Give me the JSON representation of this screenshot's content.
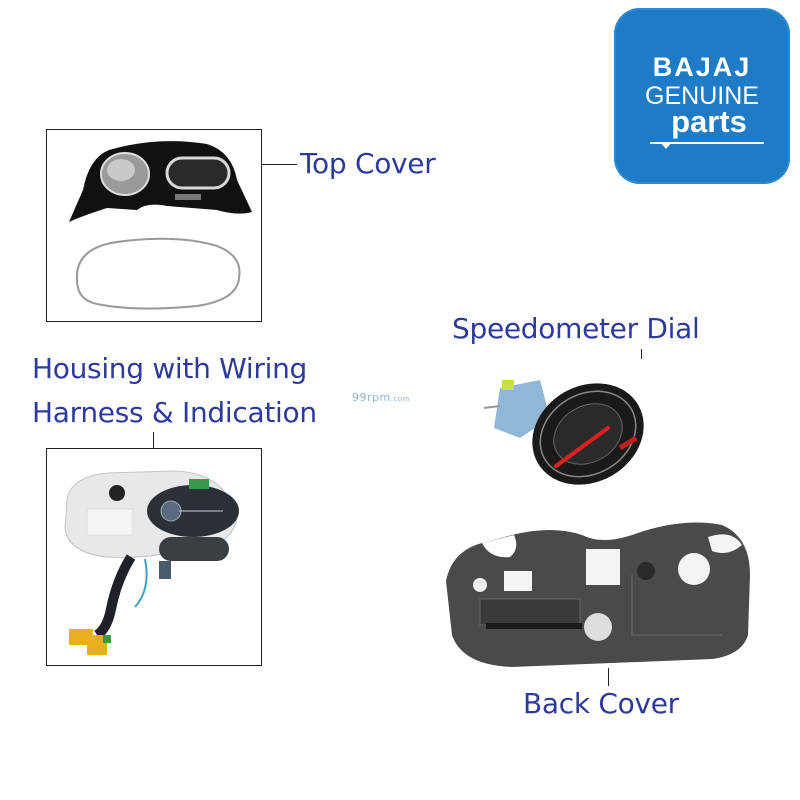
{
  "logo": {
    "brand": "BAJAJ",
    "line2": "GENUINE",
    "line3": "parts",
    "background_color": "#1f7bc6",
    "text_color": "#ffffff"
  },
  "watermark": {
    "main": "99rpm",
    "suffix": ".com"
  },
  "label_color": "#2e3a9a",
  "parts": [
    {
      "id": "top-cover",
      "label": "Top Cover",
      "image": "top-cover-with-gasket"
    },
    {
      "id": "housing",
      "label_line1": "Housing with Wiring",
      "label_line2": "Harness & Indication",
      "image": "housing-with-wiring-harness"
    },
    {
      "id": "speedometer-dial",
      "label": "Speedometer Dial",
      "image": "speedometer-dial-assembly"
    },
    {
      "id": "back-cover",
      "label": "Back Cover",
      "image": "back-cover-plate"
    }
  ]
}
